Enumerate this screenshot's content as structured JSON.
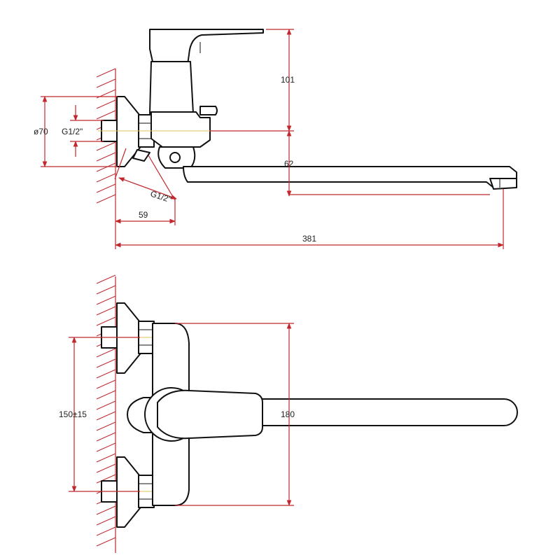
{
  "colors": {
    "outline": "#111111",
    "dimension": "#c1272d",
    "centerline": "#e2c25a",
    "background": "#ffffff"
  },
  "side_view": {
    "dims": {
      "height": "101",
      "spout_offset": "62",
      "flange_diameter": "ø70",
      "inlet_thread": "G1/2\"",
      "outlet_thread": "G1/2\"",
      "wall_depth": "59",
      "total_length": "381"
    }
  },
  "top_view": {
    "dims": {
      "inlet_spacing": "150±15",
      "body_height": "180"
    }
  }
}
